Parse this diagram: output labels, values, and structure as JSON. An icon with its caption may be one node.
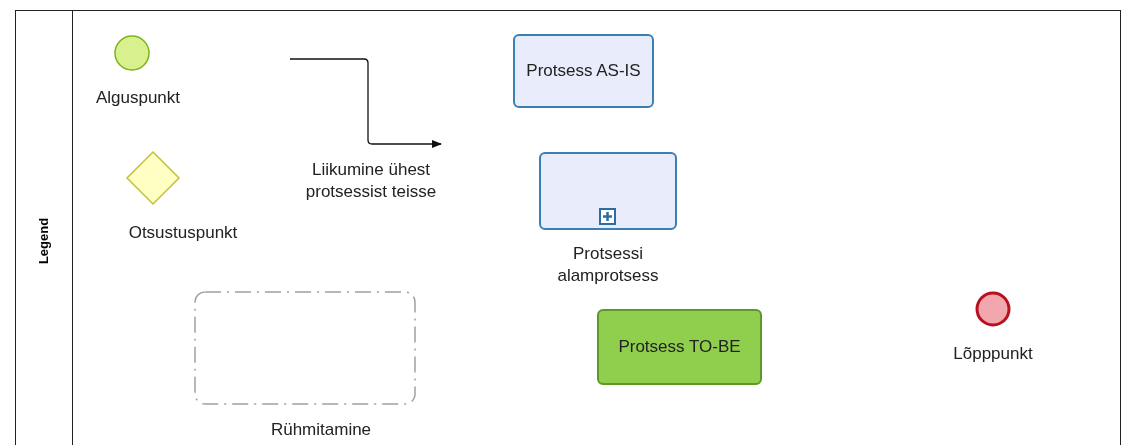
{
  "diagram": {
    "nodes": [
      {
        "text": [
          "Legend"
        ]
      },
      {
        "text": [],
        "shape": "circle",
        "beside": [
          "Alguspunkt"
        ],
        "in": 0
      },
      {
        "text": [],
        "shape": "diamond",
        "beside": [
          "Otsustuspunkt"
        ],
        "in": 0
      },
      {
        "text": [
          "Protsess AS-IS"
        ],
        "in": 0
      },
      {
        "text": [],
        "shape": "box",
        "beside": [
          "Protsessi alamprotsess"
        ],
        "in": 0
      },
      {
        "text": [],
        "shape": "box",
        "beside": [
          "Rühmitamine"
        ],
        "in": 0
      },
      {
        "text": [
          "Protsess TO-BE"
        ],
        "in": 0
      },
      {
        "text": [],
        "shape": "circle",
        "beside": [
          "Lõpppunkt"
        ],
        "in": 0
      }
    ],
    "labels": [
      "Liikumine ühest protsessist teisse"
    ]
  }
}
